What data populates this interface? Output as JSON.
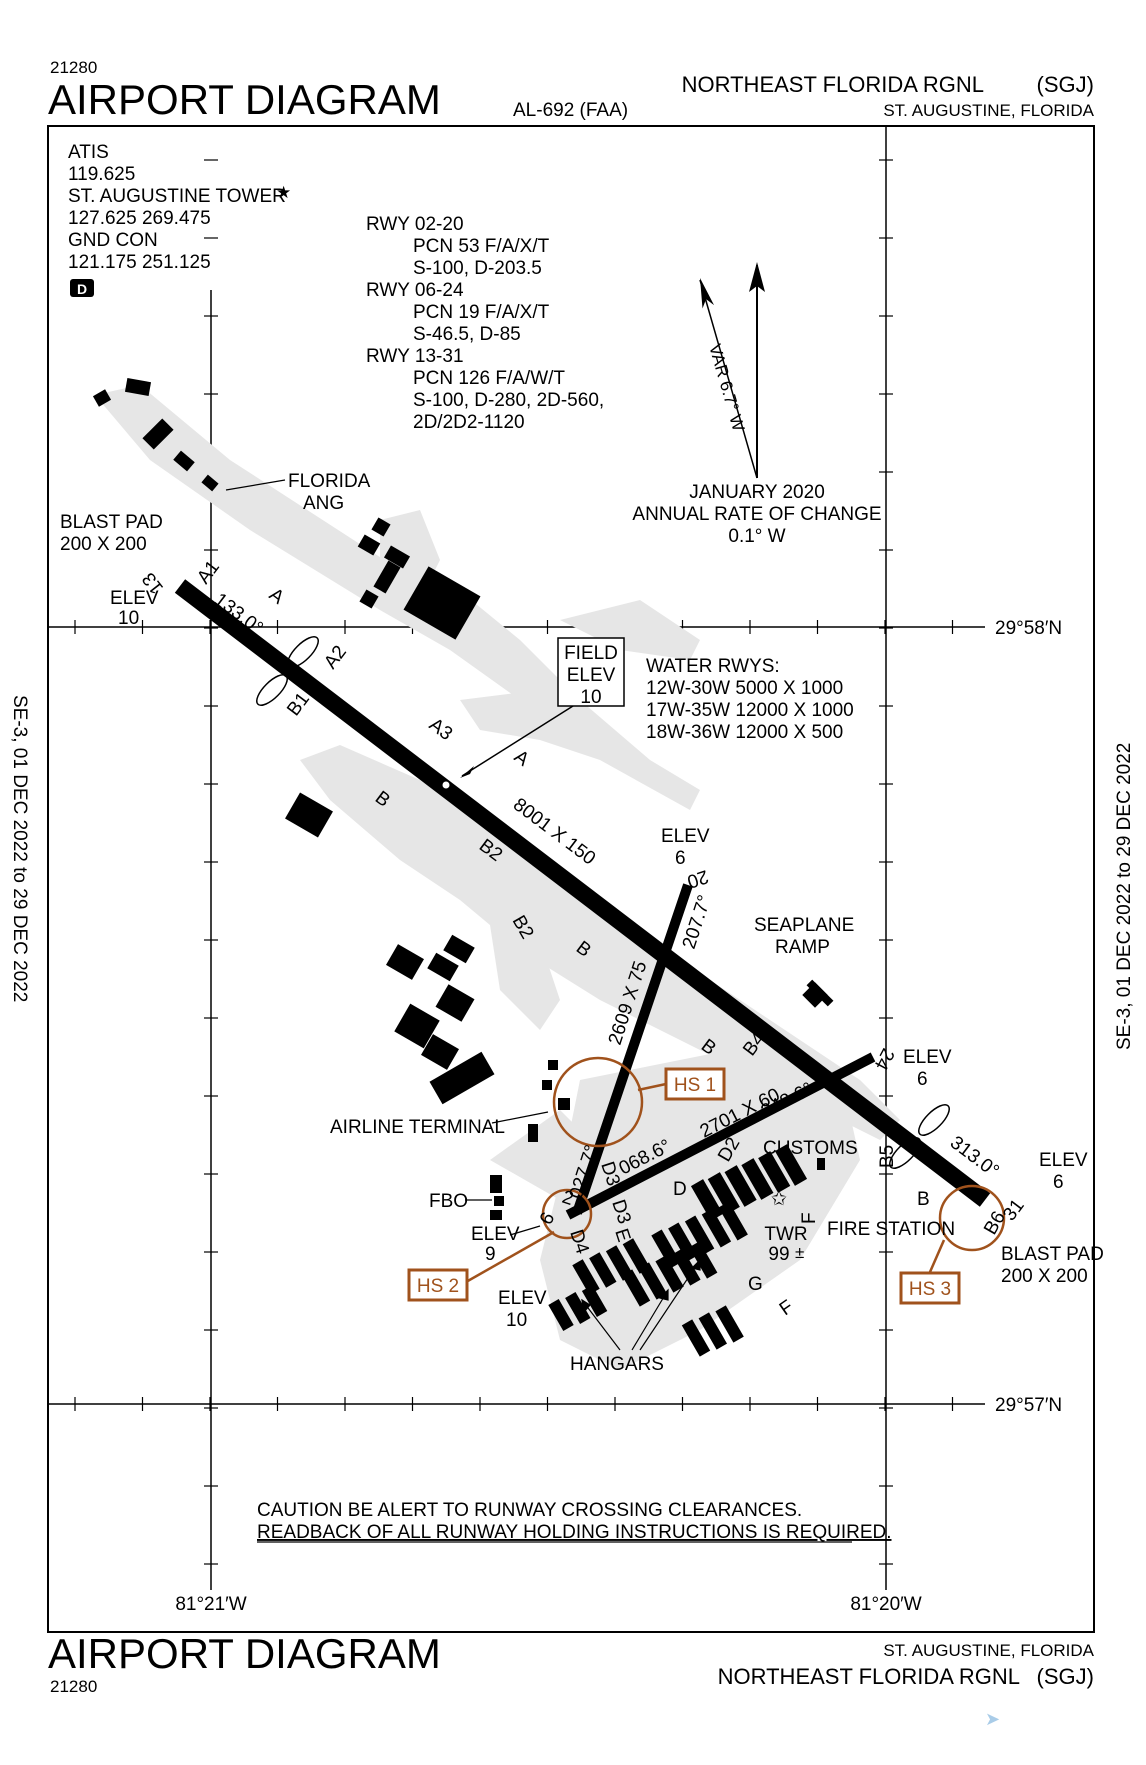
{
  "header": {
    "chart_number": "21280",
    "title": "AIRPORT DIAGRAM",
    "al_number": "AL-692 (FAA)",
    "airport_name": "NORTHEAST FLORIDA RGNL",
    "airport_id": "(SGJ)",
    "city": "ST. AUGUSTINE, FLORIDA"
  },
  "footer": {
    "title": "AIRPORT DIAGRAM",
    "chart_number": "21280",
    "city": "ST. AUGUSTINE, FLORIDA",
    "airport_name": "NORTHEAST FLORIDA RGNL",
    "airport_id": "(SGJ)"
  },
  "side_labels": {
    "left": "SE-3, 01 DEC 2022 to 29 DEC 2022",
    "right": "SE-3, 01 DEC 2022 to 29 DEC 2022"
  },
  "comms": {
    "atis_label": "ATIS",
    "atis_freq": "119.625",
    "tower_label": "ST. AUGUSTINE TOWER",
    "tower_freq": "127.625  269.475",
    "gnd_label": "GND CON",
    "gnd_freq": "121.175  251.125",
    "badge": "D"
  },
  "runway_pcn": [
    {
      "rwy": "RWY 02-20",
      "lines": [
        "PCN 53 F/A/X/T",
        "S-100, D-203.5"
      ]
    },
    {
      "rwy": "RWY 06-24",
      "lines": [
        "PCN 19 F/A/X/T",
        "S-46.5, D-85"
      ]
    },
    {
      "rwy": "RWY 13-31",
      "lines": [
        "PCN 126 F/A/W/T",
        "S-100, D-280, 2D-560,",
        "2D/2D2-1120"
      ]
    }
  ],
  "variation": {
    "var_label": "VAR 6.7° W",
    "line1": "JANUARY 2020",
    "line2": "ANNUAL RATE OF CHANGE",
    "line3": "0.1° W"
  },
  "field_elev": {
    "line1": "FIELD",
    "line2": "ELEV",
    "line3": "10"
  },
  "water_rwys": {
    "title": "WATER RWYS:",
    "rows": [
      "12W-30W 5000 X 1000",
      "17W-35W 12000 X 1000",
      "18W-36W 12000 X 500"
    ]
  },
  "coords": {
    "lat_top": "29°58′N",
    "lat_bottom": "29°57′N",
    "lon_left": "81°21′W",
    "lon_right": "81°20′W"
  },
  "labels": {
    "florida_ang_1": "FLORIDA",
    "florida_ang_2": "ANG",
    "blast_pad_nw_1": "BLAST PAD",
    "blast_pad_nw_2": "200 X 200",
    "elev_13_1": "ELEV",
    "elev_13_2": "10",
    "rwy_13": "13",
    "twy_a1": "A1",
    "hdg_133": "133.0°",
    "twy_a_1": "A",
    "twy_a2": "A2",
    "twy_b1": "B1",
    "twy_a3": "A3",
    "twy_a_2": "A",
    "twy_b_1": "B",
    "rwy_13_31_dims": "8001 X 150",
    "twy_b2_1": "B2",
    "twy_b2_2": "B2",
    "twy_b_2": "B",
    "elev_20_1": "ELEV",
    "elev_20_2": "6",
    "rwy_20": "20",
    "hdg_207": "207.7°",
    "rwy_02_20_dims": "2609 X 75",
    "seaplane_1": "SEAPLANE",
    "seaplane_2": "RAMP",
    "twy_b_3": "B",
    "twy_b4": "B4",
    "rwy_24": "24",
    "elev_24_1": "ELEV",
    "elev_24_2": "6",
    "hs1": "HS 1",
    "hs2": "HS 2",
    "hs3": "HS 3",
    "rwy_06_24_dims": "2701 X 60",
    "hdg_248": "248.6°",
    "airline_terminal": "AIRLINE TERMINAL",
    "hdg_027": "027.7°",
    "twy_d3_1": "D3",
    "hdg_068": "068.6°",
    "twy_d2": "D2",
    "customs": "CUSTOMS",
    "twy_b5": "B5",
    "hdg_313": "313.0°",
    "elev_31_1": "ELEV",
    "elev_31_2": "6",
    "fbo": "FBO",
    "rwy_02": "2",
    "rwy_6": "6",
    "twy_d4": "D4",
    "twy_d3_2": "D3",
    "twy_d": "D",
    "twy_e": "E",
    "elev_02_1": "ELEV",
    "elev_02_2": "9",
    "twr_1": "TWR",
    "twr_2": "99",
    "twy_f_1": "F",
    "fire_station": "FIRE STATION",
    "twy_b_4": "B",
    "twy_b6": "B6",
    "rwy_31": "31",
    "blast_pad_se_1": "BLAST PAD",
    "blast_pad_se_2": "200 X 200",
    "elev_06_1": "ELEV",
    "elev_06_2": "10",
    "twy_g": "G",
    "twy_f_2": "F",
    "hangars": "HANGARS"
  },
  "caution": {
    "line1": "CAUTION BE ALERT TO RUNWAY CROSSING CLEARANCES.",
    "line2": "READBACK OF ALL RUNWAY HOLDING INSTRUCTIONS IS REQUIRED."
  },
  "colors": {
    "runway": "#000000",
    "taxiway": "#e6e6e6",
    "hot_spot": "#a0521c"
  }
}
